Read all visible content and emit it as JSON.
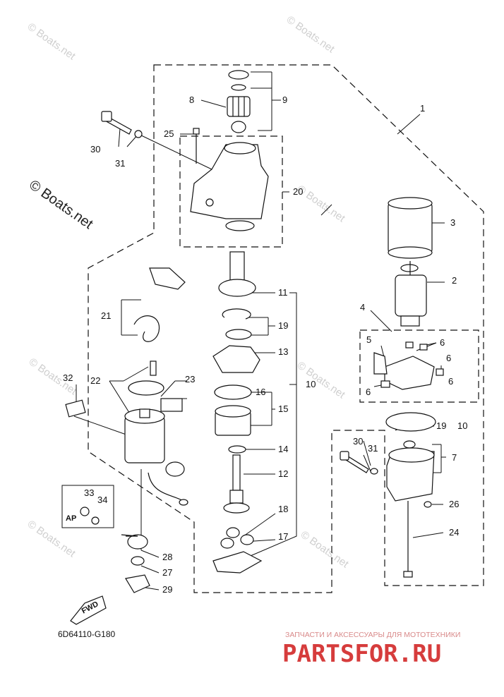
{
  "watermark": "© Boats.net",
  "copyright": "© Boats.net",
  "diagram_ref": "6D64110-G180",
  "brand": {
    "subtitle": "ЗАПЧАСТИ И АКСЕССУАРЫ ДЛЯ МОТОТЕХНИКИ",
    "name": "PARTSFOR.RU"
  },
  "ap_box_label": "AP",
  "fwd_label": "FWD",
  "callouts": [
    "1",
    "2",
    "3",
    "4",
    "5",
    "6",
    "6",
    "6",
    "6",
    "7",
    "8",
    "9",
    "10",
    "10",
    "11",
    "12",
    "13",
    "14",
    "15",
    "16",
    "17",
    "18",
    "19",
    "19",
    "20",
    "21",
    "22",
    "23",
    "24",
    "25",
    "26",
    "27",
    "28",
    "29",
    "30",
    "30",
    "31",
    "31",
    "32",
    "33",
    "34"
  ]
}
